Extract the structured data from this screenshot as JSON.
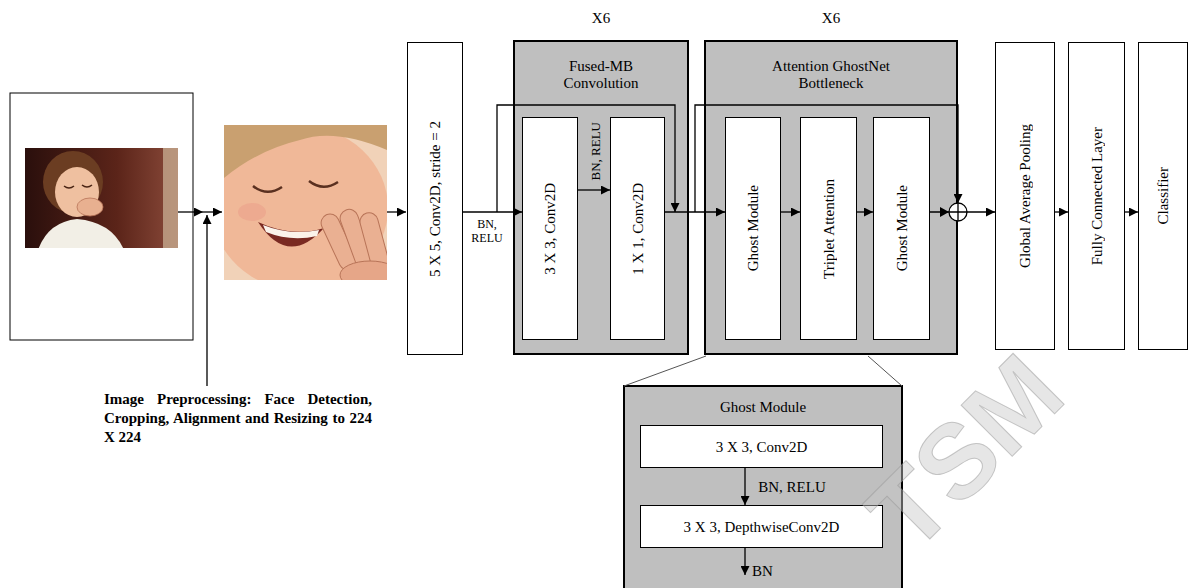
{
  "diagram": {
    "nodes": [
      {
        "text": [
          "5 X 5, Conv2D, stride = 2"
        ]
      },
      {
        "text": [
          "X6",
          "Fused-MB Convolution"
        ]
      },
      {
        "text": [
          "3 X 3, Conv2D"
        ],
        "in": 1
      },
      {
        "text": [
          "1 X 1, Conv2D"
        ],
        "in": 1
      },
      {
        "text": [
          "X6",
          "Attention GhostNet Bottleneck"
        ]
      },
      {
        "text": [
          "Ghost Module"
        ],
        "in": 4
      },
      {
        "text": [
          "Triplet Attention"
        ],
        "in": 4
      },
      {
        "text": [
          "Ghost Module"
        ],
        "in": 4
      },
      {
        "text": [
          "Global Average Pooling"
        ]
      },
      {
        "text": [
          "Fully Connected Layer"
        ]
      },
      {
        "text": [
          "Classifier"
        ]
      },
      {
        "text": [
          "Ghost Module"
        ]
      },
      {
        "text": [
          "3 X 3, Conv2D"
        ],
        "in": 11
      },
      {
        "text": [
          "3 X 3, DepthwiseConv2D"
        ],
        "in": 11
      }
    ],
    "edges": [
      {
        "from": 0,
        "to": 2,
        "label": "BN, RELU",
        "arrow": "to"
      },
      {
        "from": 2,
        "to": 3,
        "label": "BN, RELU",
        "arrow": "to"
      },
      {
        "from": 3,
        "to": 5,
        "arrow": "to"
      },
      {
        "from": 5,
        "to": 6,
        "arrow": "to"
      },
      {
        "from": 6,
        "to": 7,
        "arrow": "to"
      },
      {
        "from": 7,
        "to": 8,
        "arrow": "to"
      },
      {
        "from": 8,
        "to": 9,
        "arrow": "to"
      },
      {
        "from": 9,
        "to": 10,
        "arrow": "to"
      },
      {
        "from": 12,
        "to": 13,
        "label": "BN, RELU",
        "arrow": "to"
      }
    ],
    "labels": [
      "Image Preprocessing: Face Detection, Cropping, Alignment and Resizing to 224 X 224",
      "BN",
      "TSM"
    ]
  }
}
